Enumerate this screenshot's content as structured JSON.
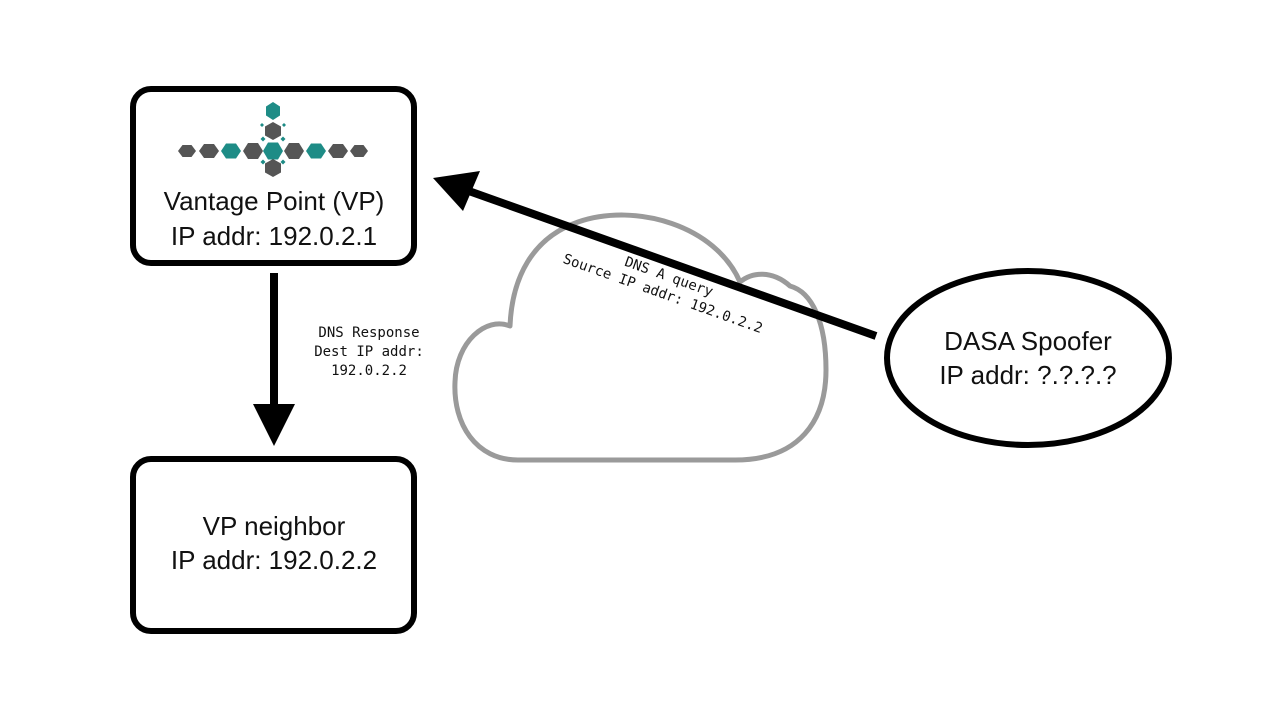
{
  "colors": {
    "stroke": "#000000",
    "cloud": "#9a9a9a",
    "logo_teal": "#1e8c86",
    "logo_gray": "#555555"
  },
  "logo": {
    "icon": "hexagon-network-logo"
  },
  "vantage_point": {
    "line1": "Vantage Point (VP)",
    "line2": "IP addr: 192.0.2.1"
  },
  "vp_neighbor": {
    "line1": "VP neighbor",
    "line2": "IP addr: 192.0.2.2"
  },
  "spoofer": {
    "line1": "DASA Spoofer",
    "line2": "IP addr: ?.?.?.?"
  },
  "dns_response": {
    "line1": "DNS Response",
    "line2": "Dest IP addr:",
    "line3": "192.0.2.2"
  },
  "dns_query": {
    "line1": "DNS A query",
    "line2": "Source IP addr: 192.0.2.2"
  }
}
